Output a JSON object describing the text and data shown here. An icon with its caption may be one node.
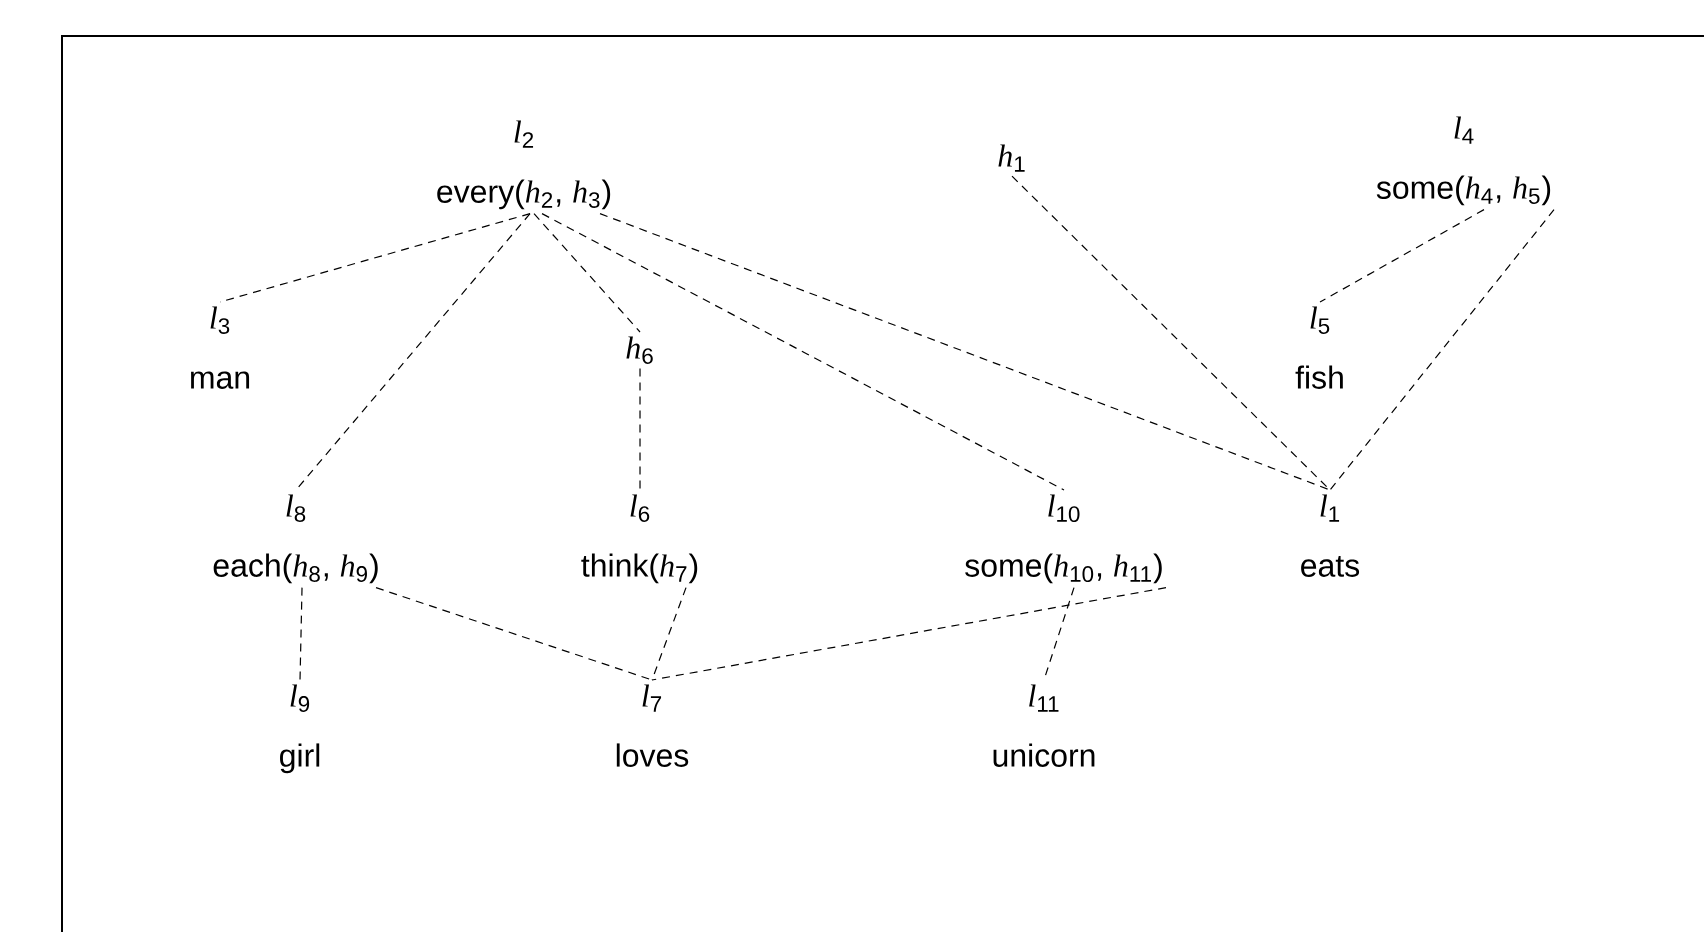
{
  "diagram": {
    "nodes": [
      {
        "text": [
          "*h*$_{1}$"
        ]
      },
      {
        "text": [
          "*l*$_{2}$",
          "every(*h*$_{2}$, *h*$_{3}$)"
        ]
      },
      {
        "text": [
          "*l*$_{4}$",
          "some(*h*$_{4}$, *h*$_{5}$)"
        ]
      },
      {
        "text": [
          "*l*$_{3}$",
          "man"
        ]
      },
      {
        "text": [
          "*h*$_{6}$"
        ]
      },
      {
        "text": [
          "*l*$_{5}$",
          "fish"
        ]
      },
      {
        "text": [
          "*l*$_{8}$",
          "each(*h*$_{8}$, *h*$_{9}$)"
        ]
      },
      {
        "text": [
          "*l*$_{6}$",
          "think(*h*$_{7}$)"
        ]
      },
      {
        "text": [
          "*l*$_{10}$",
          "some(*h*$_{10}$, *h*$_{11}$)"
        ]
      },
      {
        "text": [
          "*l*$_{1}$",
          "eats"
        ]
      },
      {
        "text": [
          "*l*$_{9}$",
          "girl"
        ]
      },
      {
        "text": [
          "*l*$_{7}$",
          "loves"
        ]
      },
      {
        "text": [
          "*l*$_{11}$",
          "unicorn"
        ]
      }
    ],
    "edges": [
      {
        "from": 1,
        "to": 3,
        "arrow": "none",
        "style": "dashed"
      },
      {
        "from": 1,
        "to": 6,
        "arrow": "none",
        "style": "dashed"
      },
      {
        "from": 1,
        "to": 4,
        "arrow": "none",
        "style": "dashed"
      },
      {
        "from": 1,
        "to": 8,
        "arrow": "none",
        "style": "dashed"
      },
      {
        "from": 1,
        "to": 9,
        "arrow": "none",
        "style": "dashed"
      },
      {
        "from": 0,
        "to": 9,
        "arrow": "none",
        "style": "dashed"
      },
      {
        "from": 2,
        "to": 5,
        "arrow": "none",
        "style": "dashed"
      },
      {
        "from": 2,
        "to": 9,
        "arrow": "none",
        "style": "dashed"
      },
      {
        "from": 4,
        "to": 7,
        "arrow": "none",
        "style": "dashed"
      },
      {
        "from": 6,
        "to": 10,
        "arrow": "none",
        "style": "dashed"
      },
      {
        "from": 6,
        "to": 11,
        "arrow": "none",
        "style": "dashed"
      },
      {
        "from": 7,
        "to": 11,
        "arrow": "none",
        "style": "dashed"
      },
      {
        "from": 8,
        "to": 11,
        "arrow": "none",
        "style": "dashed"
      },
      {
        "from": 8,
        "to": 12,
        "arrow": "none",
        "style": "dashed"
      }
    ]
  }
}
